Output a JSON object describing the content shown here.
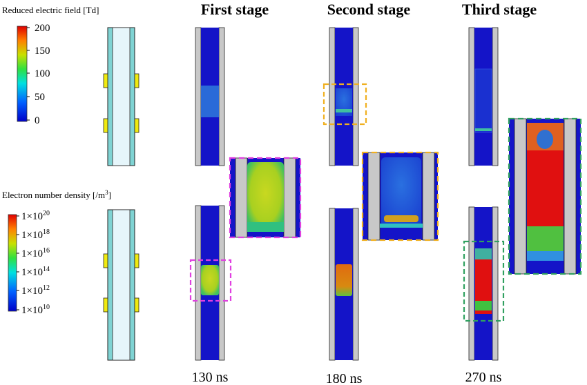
{
  "legend_field": {
    "title": "Reduced electric field [Td]",
    "ticks": [
      "200",
      "150",
      "100",
      "50",
      "0"
    ]
  },
  "legend_density": {
    "title_prefix": "Electron number density [/m",
    "title_sup": "3",
    "title_suffix": "]",
    "ticks": [
      {
        "base": "1×10",
        "exp": "20"
      },
      {
        "base": "1×10",
        "exp": "18"
      },
      {
        "base": "1×10",
        "exp": "16"
      },
      {
        "base": "1×10",
        "exp": "14"
      },
      {
        "base": "1×10",
        "exp": "12"
      },
      {
        "base": "1×10",
        "exp": "10"
      }
    ]
  },
  "stages": [
    {
      "title": "First stage",
      "time": "130 ns"
    },
    {
      "title": "Second stage",
      "time": "180 ns"
    },
    {
      "title": "Third stage",
      "time": "270 ns"
    }
  ],
  "colors": {
    "channel": "#1414c8",
    "wall": "#c8c8c8",
    "tube": "#7fd3d3",
    "tube_inner": "#e6f6fb",
    "electrode": "#f0ea10",
    "box_stage1": "#e040e0",
    "box_stage2": "#f0b020",
    "box_stage3": "#30a060"
  }
}
